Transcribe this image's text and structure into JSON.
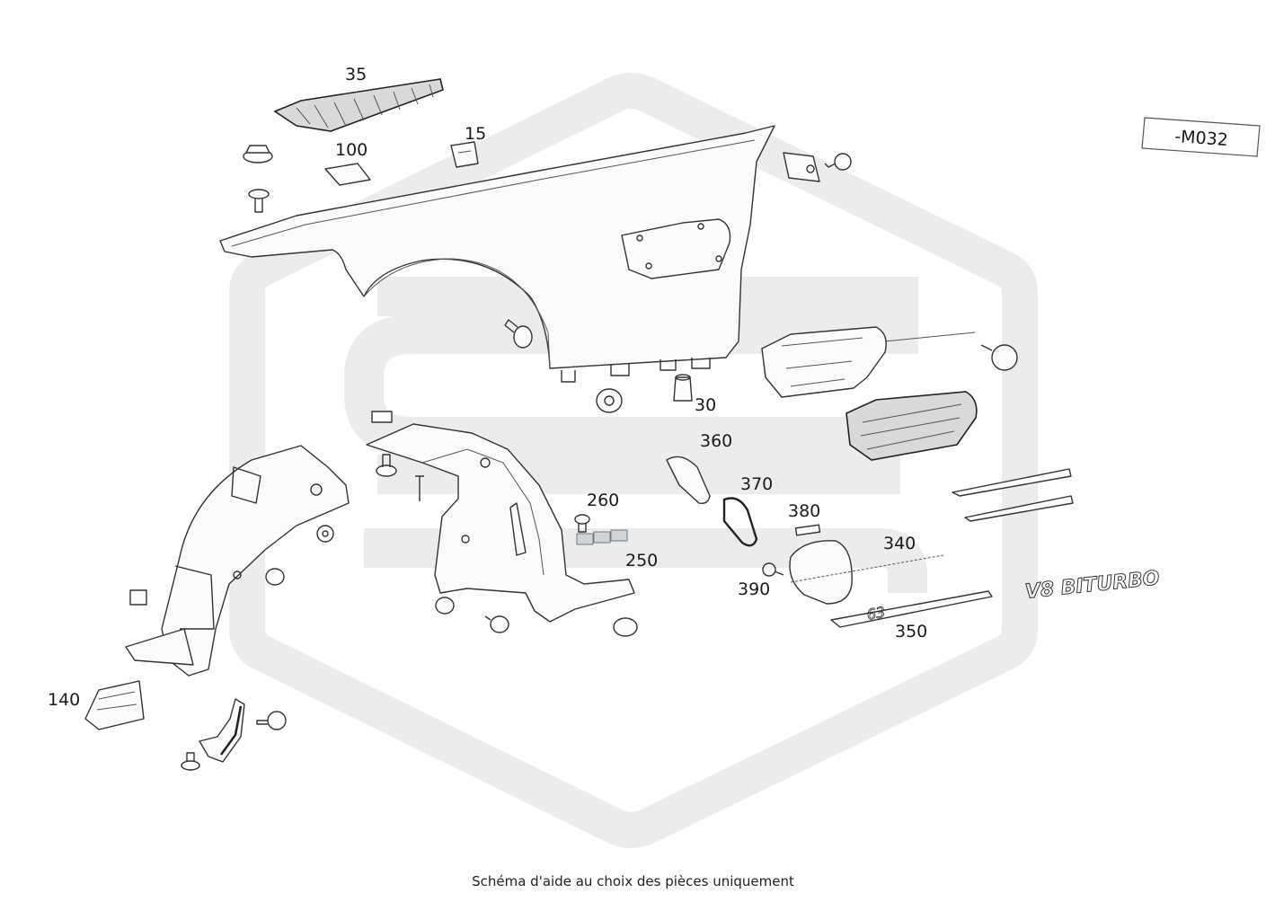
{
  "diagram": {
    "reference_code": "-M032",
    "caption": "Schéma d'aide au choix des pièces uniquement",
    "part_labels": {
      "p35": "35",
      "p100": "100",
      "p15": "15",
      "p30": "30",
      "p360": "360",
      "p370": "370",
      "p260": "260",
      "p380": "380",
      "p250": "250",
      "p340": "340",
      "p390": "390",
      "p350": "350",
      "p140": "140"
    },
    "emblem_text": "V8 BITURBO",
    "badge_text": "63"
  },
  "colors": {
    "watermark": "#ececec",
    "line": "#333333",
    "background": "#ffffff"
  }
}
